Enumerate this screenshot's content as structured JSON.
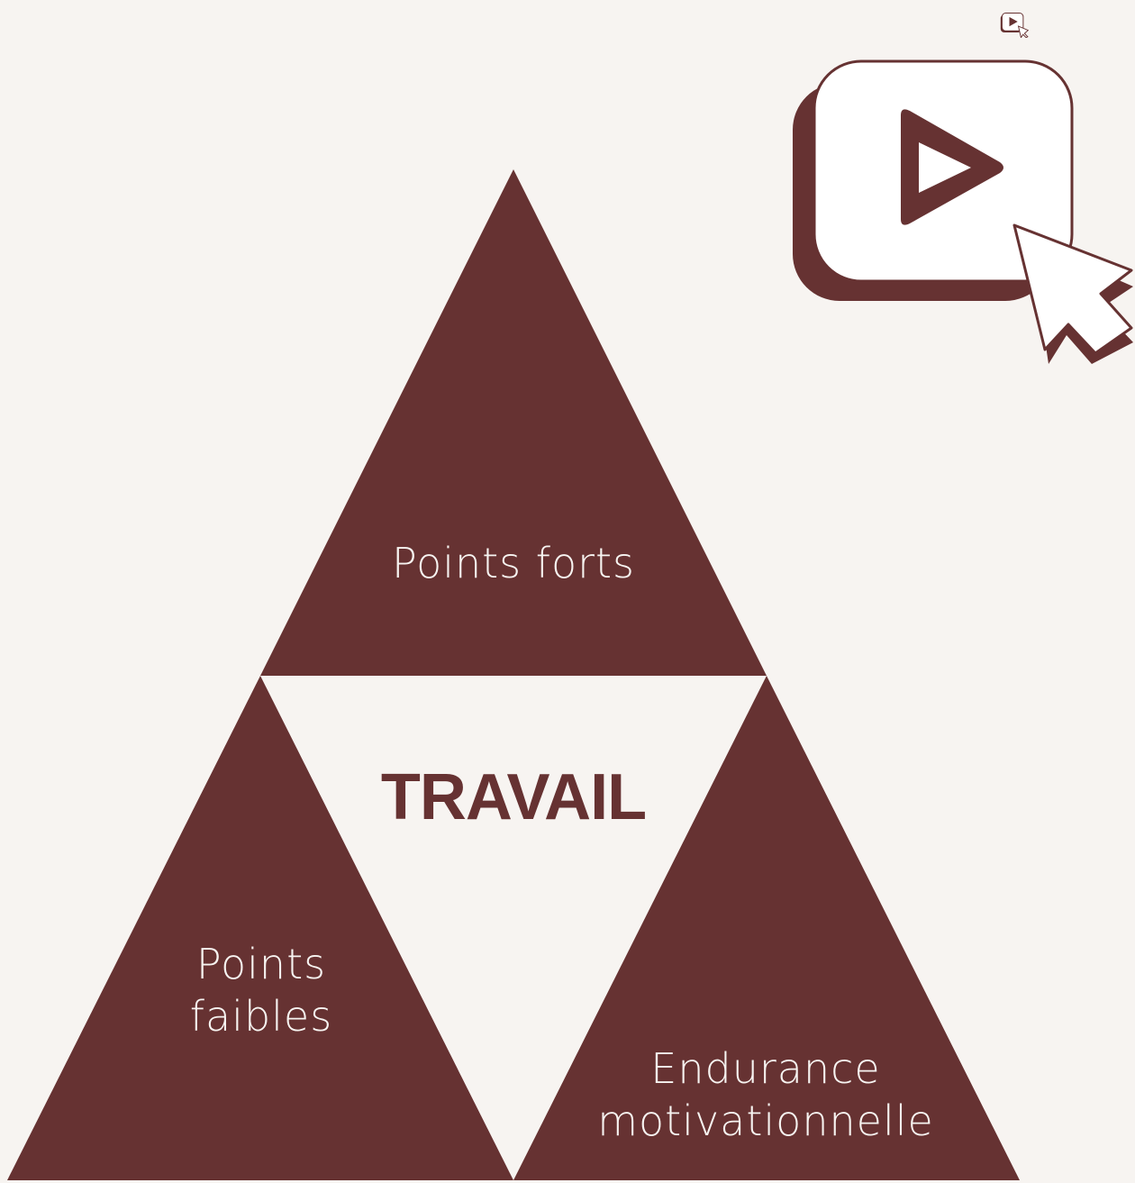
{
  "colors": {
    "background": "#f7f4f1",
    "triangle_fill": "#663232",
    "label_text": "#f7f4f1",
    "title_text": "#663232"
  },
  "diagram": {
    "center_title": "TRAVAIL",
    "top_triangle": {
      "lines": [
        "Points forts"
      ]
    },
    "left_triangle": {
      "lines": [
        "Points",
        "faibles"
      ]
    },
    "right_triangle": {
      "lines": [
        "Endurance",
        "motivationnelle"
      ]
    }
  },
  "icons": {
    "small": "video-play-cursor-icon",
    "large": "video-play-cursor-icon"
  }
}
